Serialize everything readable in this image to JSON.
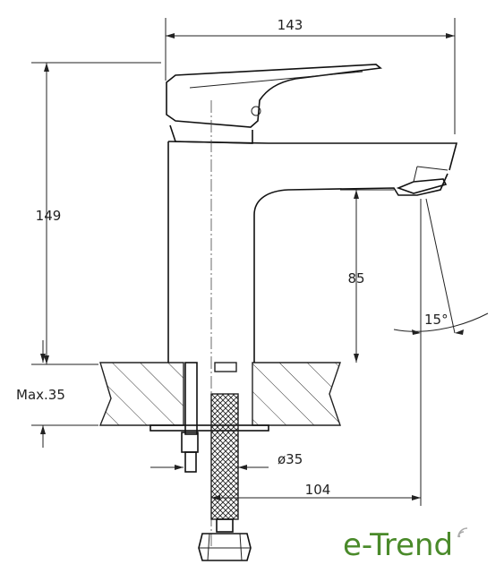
{
  "dimensions": {
    "width_total": "143",
    "height_total": "149",
    "spout_height": "85",
    "max_thickness": "Max.35",
    "hole_diameter": "ø35",
    "spout_reach": "104",
    "spray_angle": "15°"
  },
  "brand": {
    "name": "e-Trend",
    "color": "#4a8a2a"
  },
  "icons": [
    "wifi-icon"
  ]
}
